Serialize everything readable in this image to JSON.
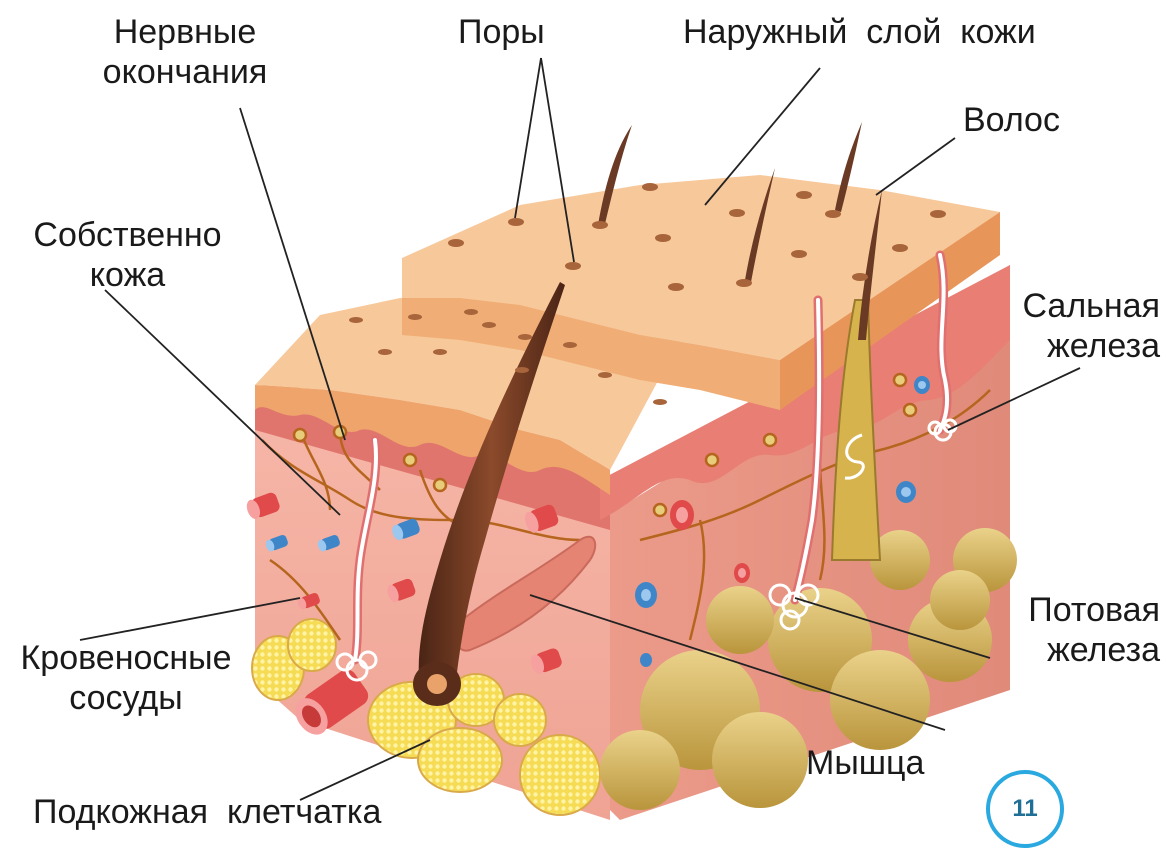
{
  "labels": {
    "nerve_endings": [
      "Нервные",
      "окончания"
    ],
    "pores": "Поры",
    "outer_layer": "Наружный  слой  кожи",
    "hair": "Волос",
    "dermis": [
      "Собственно",
      "кожа"
    ],
    "sebaceous_gland": [
      "Сальная",
      "железа"
    ],
    "sweat_gland": [
      "Потовая",
      "железа"
    ],
    "blood_vessels": [
      "Кровеносные",
      "сосуды"
    ],
    "muscle": "Мышца",
    "subcutaneous_tissue": "Подкожная  клетчатка"
  },
  "page_number": "11",
  "colors": {
    "epidermis_top": "#f7c89a",
    "epidermis_side": "#eea46a",
    "dermis": "#f2a99b",
    "dermis_dark": "#e5877a",
    "fat": "#f2d35a",
    "fat_blob": "#d6b862",
    "hair": "#6b3a24",
    "vessel_red": "#e04a4a",
    "vessel_blue": "#3f86c9",
    "nerve": "#b5651d",
    "badge": "#29a9e0"
  }
}
